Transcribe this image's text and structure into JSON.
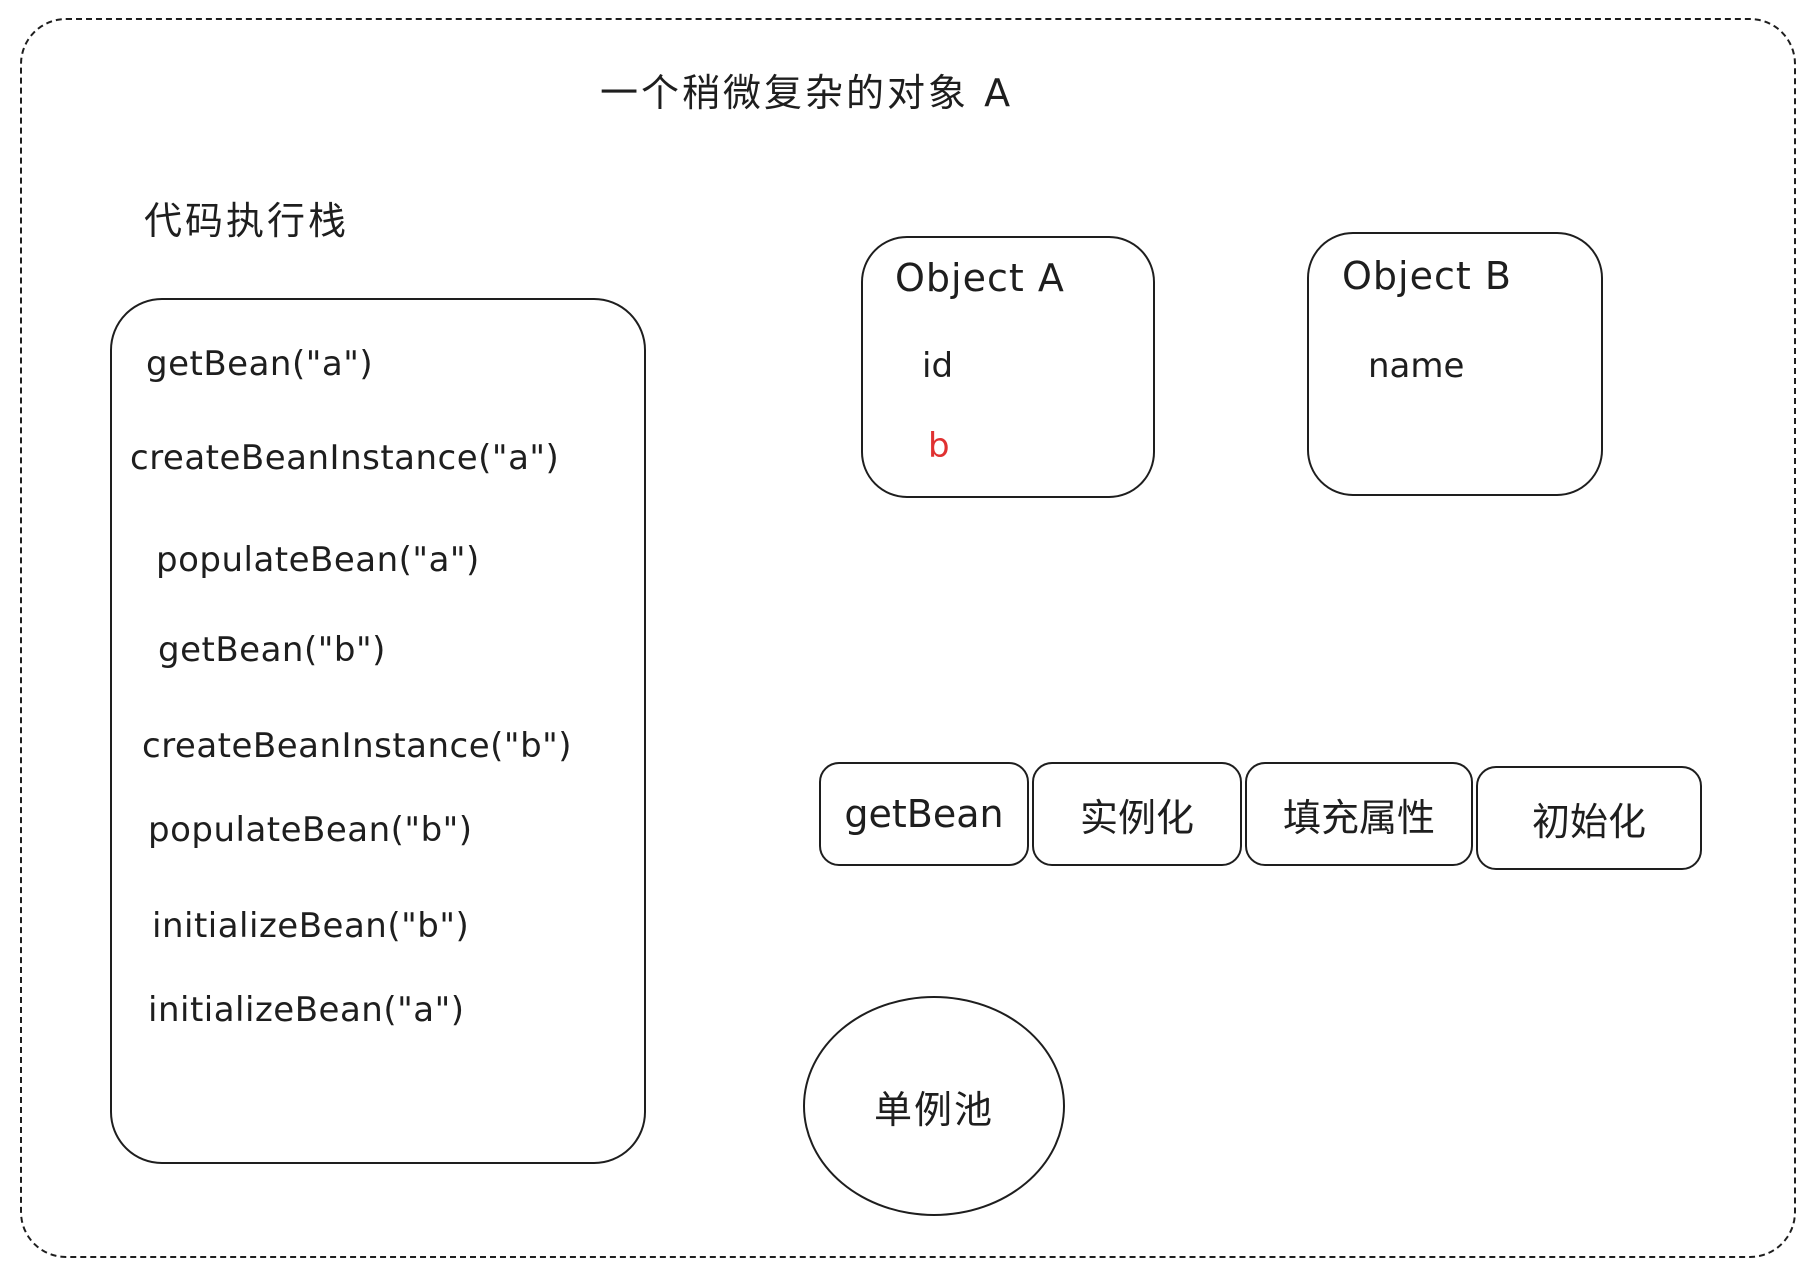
{
  "title": "一个稍微复杂的对象 A",
  "stack": {
    "caption": "代码执行栈",
    "lines": [
      "getBean(\"a\")",
      "createBeanInstance(\"a\")",
      "populateBean(\"a\")",
      "getBean(\"b\")",
      "createBeanInstance(\"b\")",
      "populateBean(\"b\")",
      "initializeBean(\"b\")",
      "initializeBean(\"a\")"
    ]
  },
  "objects": [
    {
      "title": "Object A",
      "fields": [
        {
          "name": "id",
          "color": "#1e1e1e"
        },
        {
          "name": "b",
          "color": "#e03131"
        }
      ]
    },
    {
      "title": "Object B",
      "fields": [
        {
          "name": "name",
          "color": "#1e1e1e"
        }
      ]
    }
  ],
  "steps": [
    "getBean",
    "实例化",
    "填充属性",
    "初始化"
  ],
  "pool": "单例池"
}
